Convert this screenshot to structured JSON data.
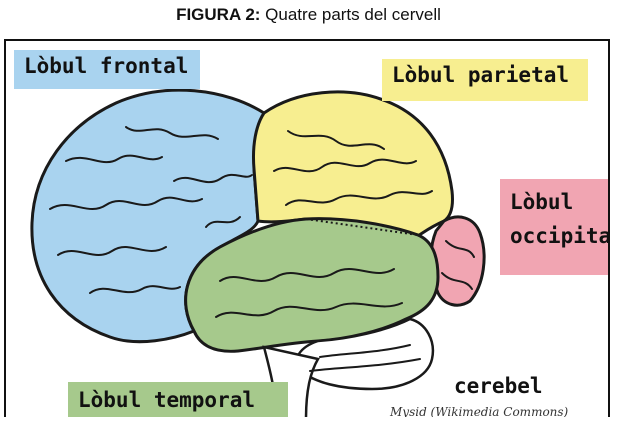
{
  "caption": {
    "prefix": "FIGURA 2:",
    "text": "Quatre parts del cervell"
  },
  "labels": {
    "frontal": "Lòbul frontal",
    "parietal": "Lòbul parietal",
    "occipital_line1": "Lòbul",
    "occipital_line2": "occipital",
    "temporal": "Lòbul temporal",
    "cerebel": "cerebel"
  },
  "credit": "Mysid (Wikimedia Commons)",
  "colors": {
    "frontal": "#a9d3ef",
    "parietal": "#f7ee90",
    "occipital": "#f1a5b2",
    "temporal": "#a6c98c",
    "cerebellum": "#ffffff",
    "outline": "#1a1a1a"
  }
}
